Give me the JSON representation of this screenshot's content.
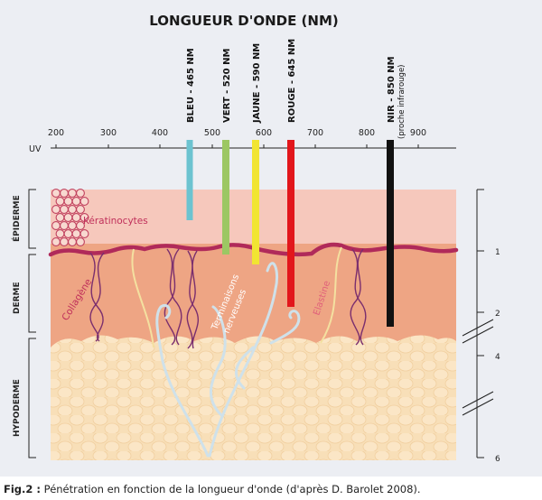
{
  "title": "LONGUEUR D'ONDE (NM)",
  "axis": {
    "uv_label": "UV",
    "ticks": [
      "200",
      "300",
      "400",
      "500",
      "600",
      "700",
      "800",
      "900"
    ]
  },
  "wavelengths": [
    {
      "label": "BLEU - 465 NM",
      "color": "#6cc3d0"
    },
    {
      "label": "VERT - 520 NM",
      "color": "#9cc763"
    },
    {
      "label": "JAUNE - 590 NM",
      "color": "#f1e532"
    },
    {
      "label": "ROUGE - 645 NM",
      "color": "#e2161b"
    },
    {
      "label": "NIR - 850 NM",
      "sublabel": "(proche infrarouge)",
      "color": "#111111"
    }
  ],
  "layers": {
    "epiderme": "ÉPIDERME",
    "derme": "DERME",
    "hypoderme": "HYPODERME"
  },
  "labels": {
    "keratinocytes": "Kératinocytes",
    "collagene": "Collagène",
    "terminaisons_1": "Terminaisons",
    "terminaisons_2": "nerveuses",
    "elastine": "Elastine"
  },
  "depth_scale": [
    "1",
    "2",
    "4",
    "6"
  ],
  "caption": {
    "prefix": "Fig.2 :",
    "text": " Pénétration en fonction de la longueur d'onde (d'après D. Barolet 2008)."
  },
  "colors": {
    "epiderme": "#f6c8bc",
    "derme": "#eea584",
    "hypoderme": "#f8dfb8",
    "membrane": "#b02a5a",
    "collagene": "#7a2e6e",
    "nerve": "#cfe1ea"
  }
}
